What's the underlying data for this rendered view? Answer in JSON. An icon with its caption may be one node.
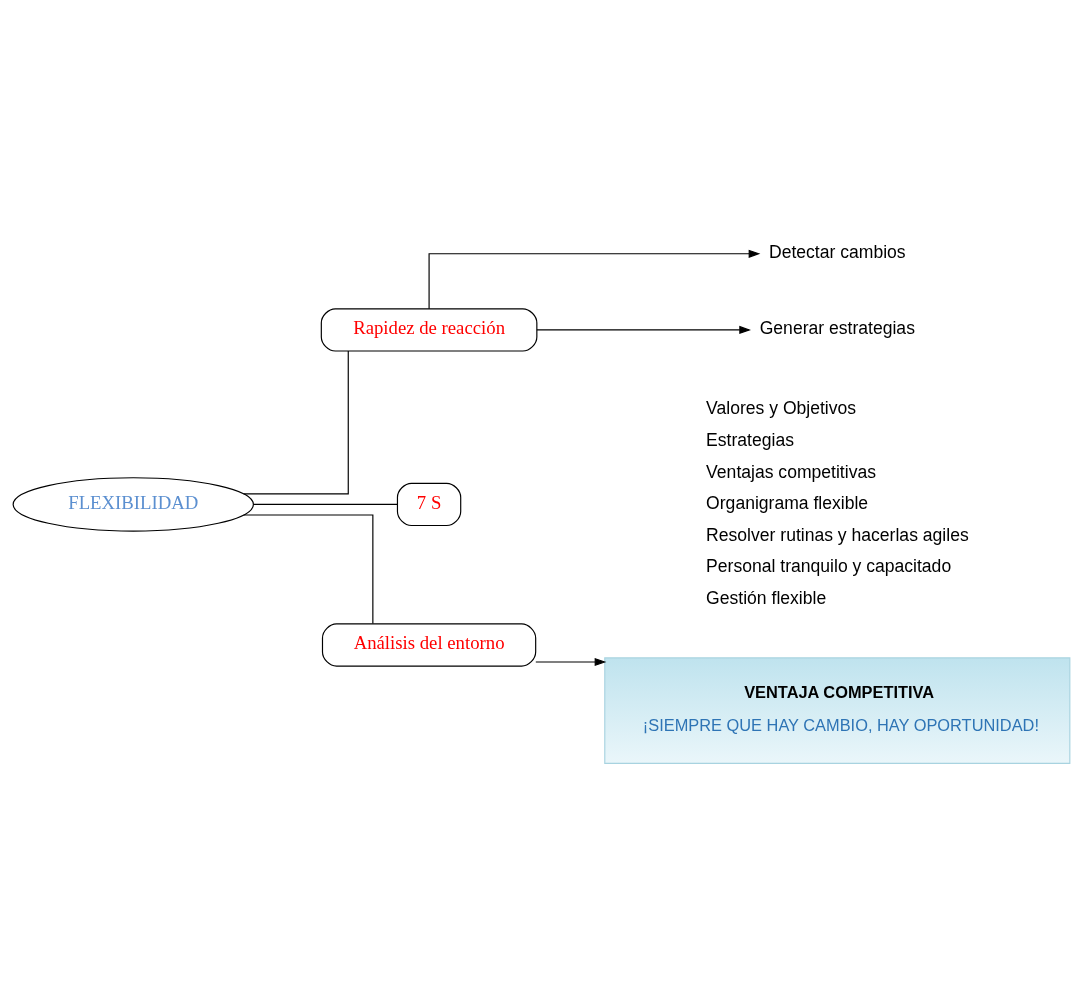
{
  "diagram": {
    "nodes": [
      {
        "text": [
          "FLEXIBILIDAD"
        ]
      },
      {
        "text": [
          "Rapidez de reacción"
        ]
      },
      {
        "text": [
          "Detectar cambios"
        ]
      },
      {
        "text": [
          "Generar estrategias"
        ]
      },
      {
        "text": [
          "7 S"
        ]
      },
      {
        "text": [
          "Análisis del entorno"
        ]
      },
      {
        "text": [
          "VENTAJA COMPETITIVA",
          "¡SIEMPRE QUE HAY CAMBIO, HAY OPORTUNIDAD!"
        ]
      }
    ],
    "edges": [
      {
        "from": 0,
        "to": 1,
        "arrow": "none"
      },
      {
        "from": 1,
        "to": 2,
        "arrow": "to"
      },
      {
        "from": 1,
        "to": 3,
        "arrow": "to"
      },
      {
        "from": 0,
        "to": 4,
        "arrow": "none"
      },
      {
        "from": 0,
        "to": 5,
        "arrow": "none"
      },
      {
        "from": 5,
        "to": 6,
        "arrow": "to"
      }
    ],
    "labels": [
      "Valores y Objetivos",
      "Estrategias",
      "Ventajas competitivas",
      "Organigrama flexible",
      "Resolver rutinas y hacerlas agiles",
      "Personal tranquilo y capacitado",
      "Gestión flexible"
    ]
  }
}
